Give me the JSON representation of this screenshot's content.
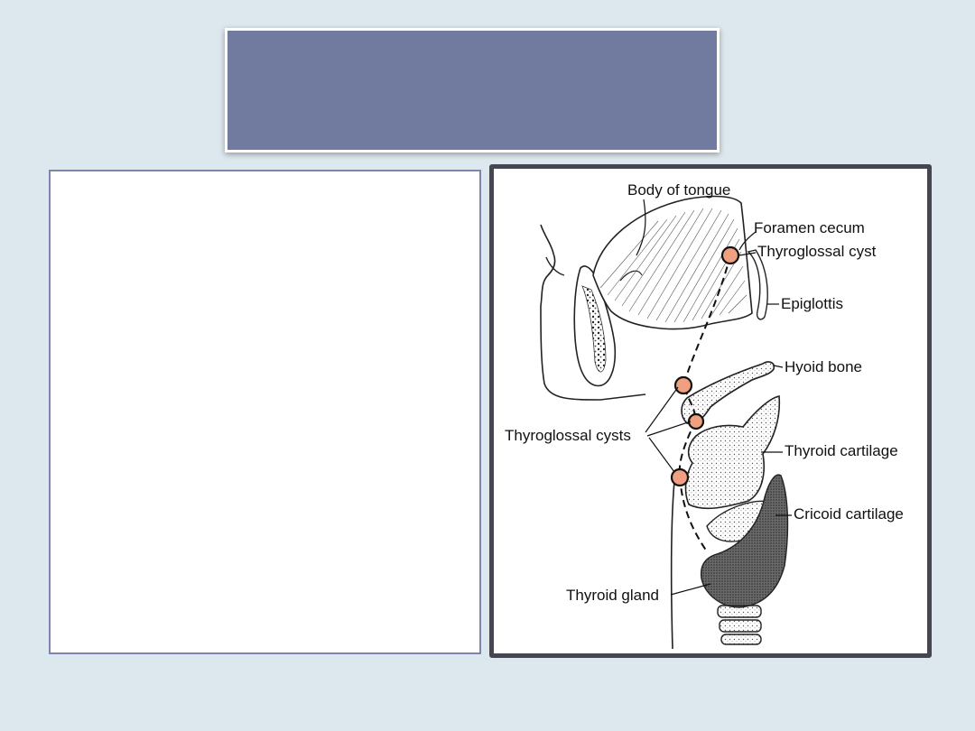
{
  "slide": {
    "title": "",
    "body_text": ""
  },
  "diagram": {
    "labels": {
      "body_of_tongue": "Body of tongue",
      "foramen_cecum": "Foramen cecum",
      "thyroglossal_cyst": "Thyroglossal cyst",
      "epiglottis": "Epiglottis",
      "hyoid_bone": "Hyoid bone",
      "thyroglossal_cysts": "Thyroglossal cysts",
      "thyroid_cartilage": "Thyroid cartilage",
      "cricoid_cartilage": "Cricoid cartilage",
      "thyroid_gland": "Thyroid gland"
    }
  },
  "colors": {
    "background": "#dde8ee",
    "title_box": "#717ba0",
    "frame": "#45464f",
    "cyst": "#f0a080"
  }
}
